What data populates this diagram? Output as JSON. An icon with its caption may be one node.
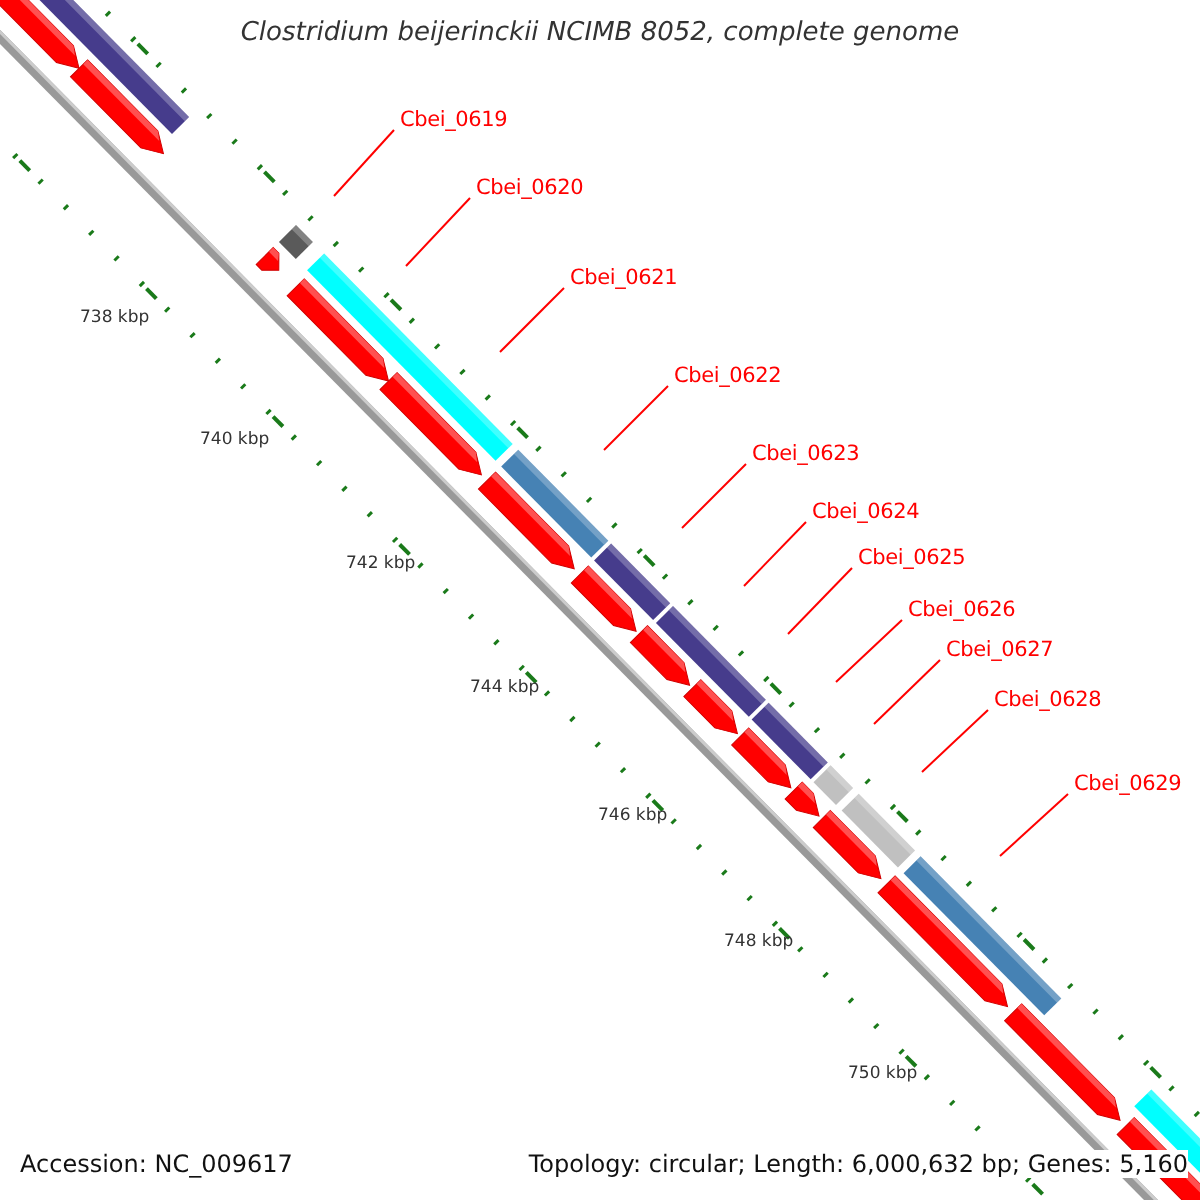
{
  "diagram": {
    "title": "Clostridium beijerinckii NCIMB 8052, complete genome",
    "nodes": [
      {
        "text": [
          "Cbei_0619"
        ]
      },
      {
        "text": [
          "Cbei_0620"
        ]
      },
      {
        "text": [
          "Cbei_0621"
        ]
      },
      {
        "text": [
          "Cbei_0622"
        ]
      },
      {
        "text": [
          "Cbei_0623"
        ]
      },
      {
        "text": [
          "Cbei_0624"
        ]
      },
      {
        "text": [
          "Cbei_0625"
        ]
      },
      {
        "text": [
          "Cbei_0626"
        ]
      },
      {
        "text": [
          "Cbei_0627"
        ]
      },
      {
        "text": [
          "Cbei_0628"
        ]
      },
      {
        "text": [
          "Cbei_0629"
        ]
      }
    ],
    "edges": [
      {
        "from": 0,
        "to": null,
        "arrow": "none"
      },
      {
        "from": 1,
        "to": null,
        "arrow": "none"
      },
      {
        "from": 2,
        "to": null,
        "arrow": "none"
      },
      {
        "from": 3,
        "to": null,
        "arrow": "none"
      },
      {
        "from": 4,
        "to": null,
        "arrow": "none"
      },
      {
        "from": 5,
        "to": null,
        "arrow": "none"
      },
      {
        "from": 6,
        "to": null,
        "arrow": "none"
      },
      {
        "from": 7,
        "to": null,
        "arrow": "none"
      },
      {
        "from": 8,
        "to": null,
        "arrow": "none"
      },
      {
        "from": 9,
        "to": null,
        "arrow": "none"
      },
      {
        "from": 10,
        "to": null,
        "arrow": "none"
      }
    ],
    "labels": [
      "738 kbp",
      "740 kbp",
      "742 kbp",
      "744 kbp",
      "746 kbp",
      "748 kbp",
      "750 kbp",
      "Accession: NC_009617",
      "Topology: circular; Length: 6,000,632 bp; Genes: 5,160"
    ]
  }
}
